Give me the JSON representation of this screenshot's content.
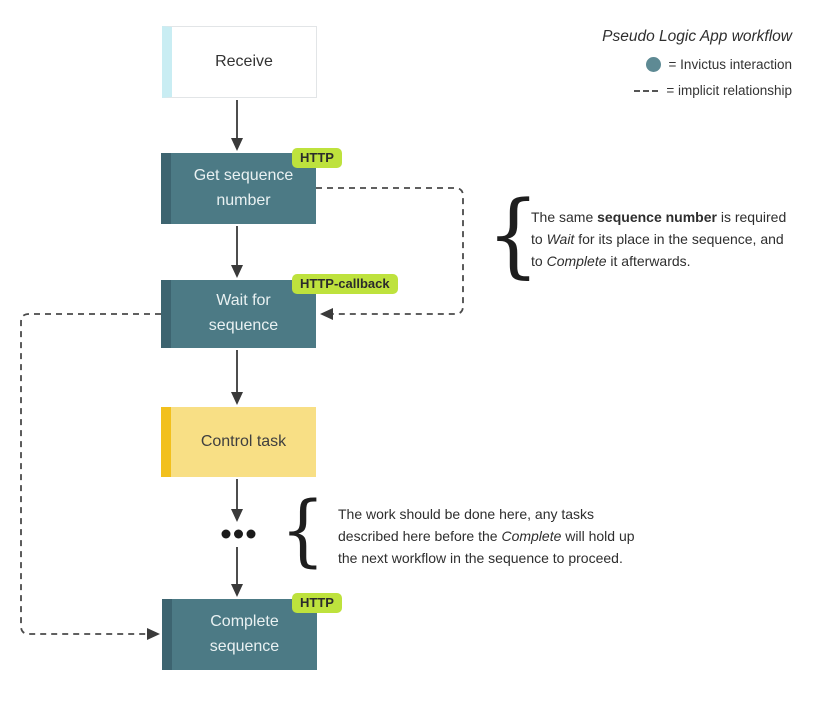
{
  "header": {
    "title": "Pseudo Logic App workflow"
  },
  "legend": {
    "invictus_label": "= Invictus interaction",
    "implicit_label": "= implicit relationship"
  },
  "nodes": {
    "receive": {
      "label": "Receive"
    },
    "get_sequence": {
      "label": "Get sequence number",
      "badge": "HTTP"
    },
    "wait": {
      "label": "Wait for sequence",
      "badge": "HTTP-callback"
    },
    "control": {
      "label": "Control task"
    },
    "complete": {
      "label": "Complete sequence",
      "badge": "HTTP"
    }
  },
  "annotations": {
    "brace": "{",
    "sequence_note": {
      "l1_pre": "The same ",
      "l1_bold": "sequence number",
      "l1_post": " is required",
      "l2_pre": "to ",
      "l2_italic": "Wait",
      "l2_post": " for its place in the sequence, and",
      "l3_pre": "to ",
      "l3_italic": "Complete",
      "l3_post": " it afterwards."
    },
    "work_note": {
      "l1": "The work should be done here, any tasks",
      "l2_pre": "described here before the ",
      "l2_italic": "Complete",
      "l2_post": " will hold up",
      "l3": "the next workflow in the sequence to proceed."
    }
  },
  "icons": {
    "invictus_dot": "teal-circle-icon",
    "implicit_line": "dashed-line-icon",
    "ellipsis": "three-dots-icon",
    "braces": "curly-brace-icon"
  },
  "colors": {
    "node_teal": "#4c7a85",
    "node_teal_strip": "#3d6470",
    "node_yellow": "#f8df85",
    "node_yellow_strip": "#f2c01d",
    "receive_strip": "#c9edf3",
    "badge_green": "#bee23d",
    "legend_dot": "#5e8a94",
    "connector": "#3a3a3a"
  }
}
